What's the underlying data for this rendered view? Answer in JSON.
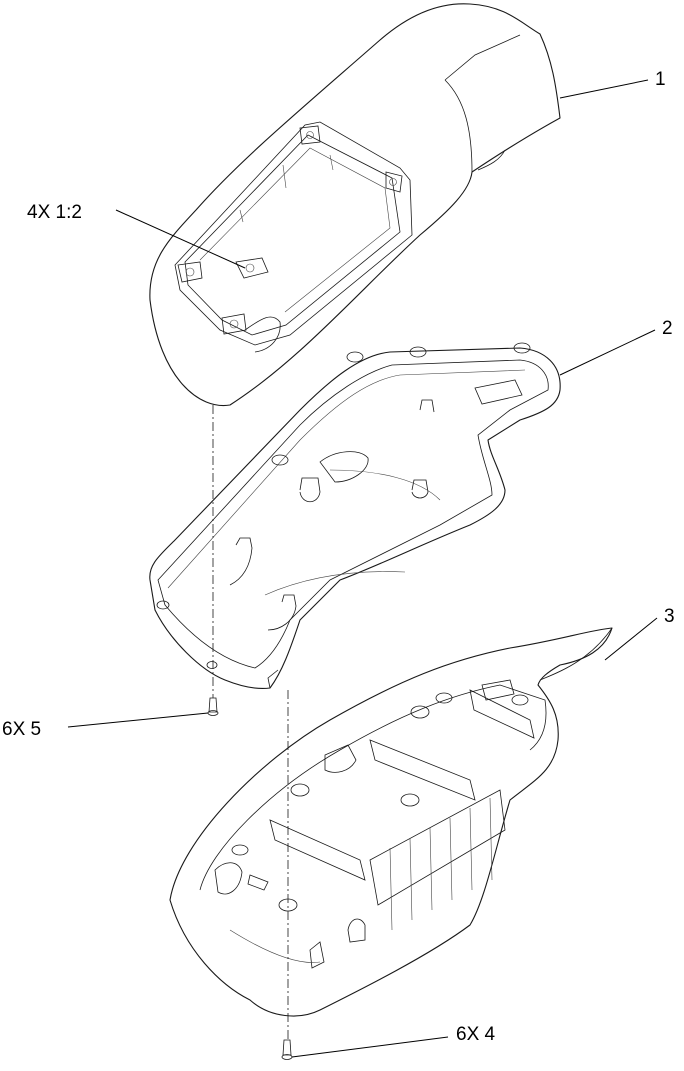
{
  "callouts": {
    "part1": "1",
    "part2": "2",
    "part3": "3",
    "clip": "4X  1:2",
    "screw5": "6X  5",
    "screw4": "6X  4"
  }
}
